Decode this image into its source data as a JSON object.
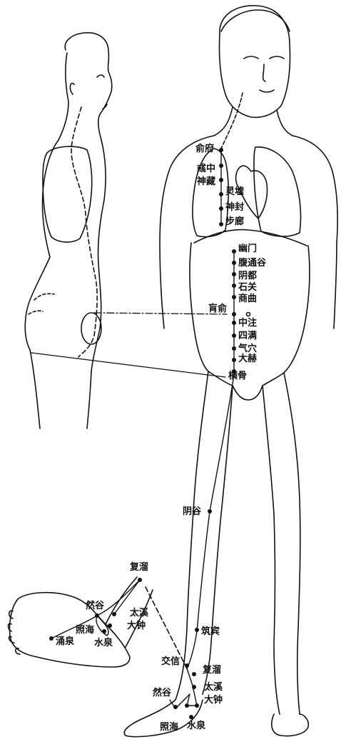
{
  "figure": {
    "points": {
      "shufu": "俞府",
      "yuzhong": "彧中",
      "shencang": "神藏",
      "lingxu": "灵墟",
      "shenfeng": "神封",
      "bulang": "步廊",
      "youmen": "幽门",
      "futonggu": "腹通谷",
      "yindu": "阴都",
      "shiguan": "石关",
      "shangqu": "商曲",
      "huangshu": "肓俞",
      "zhongzhu": "中注",
      "siman": "四满",
      "qixue": "气穴",
      "dahe": "大赫",
      "henggu": "横骨",
      "yingu": "阴谷",
      "zhubin": "筑宾",
      "jiaoxin": "交信",
      "fuliu_leg": "复溜",
      "taixi_leg": "太溪",
      "dazhong_leg": "大钟",
      "rangu_leg": "然谷",
      "zhaohai_leg": "照海",
      "shuiquan_leg": "水泉",
      "fuliu_foot": "复溜",
      "rangu_foot": "然谷",
      "taixi_foot": "太溪",
      "dazhong_foot": "大钟",
      "zhaohai_foot": "照海",
      "yongquan_foot": "涌泉",
      "shuiquan_foot": "水泉"
    },
    "colors": {
      "ink": "#111111",
      "paper": "#ffffff"
    }
  }
}
